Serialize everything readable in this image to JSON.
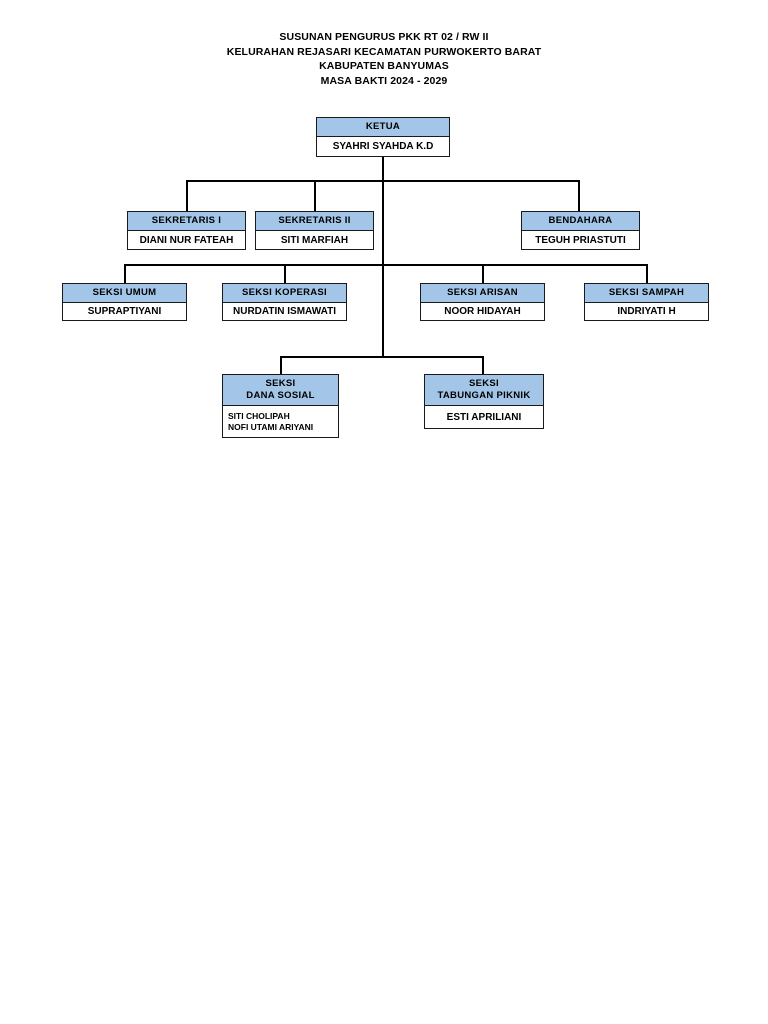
{
  "title": {
    "lines": [
      "SUSUNAN PENGURUS PKK RT 02 / RW II",
      "KELURAHAN REJASARI KECAMATAN PURWOKERTO BARAT",
      "KABUPATEN BANYUMAS",
      "MASA BAKTI 2024 - 2029"
    ]
  },
  "theme": {
    "header_fill": "#A3C6E8",
    "border": "#1a1a1a",
    "body_fill": "#ffffff",
    "text": "#000000"
  },
  "chart_data": {
    "type": "diagram",
    "diagram_type": "organizational-chart",
    "nodes": [
      {
        "id": "ketua",
        "role": "KETUA",
        "role_lines": [
          "KETUA"
        ],
        "members": [
          "SYAHRI SYAHDA K.D"
        ],
        "level": 1
      },
      {
        "id": "sekretaris-1",
        "role": "SEKRETARIS I",
        "role_lines": [
          "SEKRETARIS I"
        ],
        "members": [
          "DIANI NUR FATEAH"
        ],
        "level": 2
      },
      {
        "id": "sekretaris-2",
        "role": "SEKRETARIS II",
        "role_lines": [
          "SEKRETARIS II"
        ],
        "members": [
          "SITI MARFIAH"
        ],
        "level": 2
      },
      {
        "id": "bendahara",
        "role": "BENDAHARA",
        "role_lines": [
          "BENDAHARA"
        ],
        "members": [
          "TEGUH PRIASTUTI"
        ],
        "level": 2
      },
      {
        "id": "seksi-umum",
        "role": "SEKSI UMUM",
        "role_lines": [
          "SEKSI UMUM"
        ],
        "members": [
          "SUPRAPTIYANI"
        ],
        "level": 3
      },
      {
        "id": "seksi-koperasi",
        "role": "SEKSI KOPERASI",
        "role_lines": [
          "SEKSI KOPERASI"
        ],
        "members": [
          "NURDATIN ISMAWATI"
        ],
        "level": 3
      },
      {
        "id": "seksi-arisan",
        "role": "SEKSI ARISAN",
        "role_lines": [
          "SEKSI ARISAN"
        ],
        "members": [
          "NOOR HIDAYAH"
        ],
        "level": 3
      },
      {
        "id": "seksi-sampah",
        "role": "SEKSI SAMPAH",
        "role_lines": [
          "SEKSI SAMPAH"
        ],
        "members": [
          "INDRIYATI H"
        ],
        "level": 3
      },
      {
        "id": "seksi-dana-sosial",
        "role": "SEKSI DANA SOSIAL",
        "role_lines": [
          "SEKSI",
          "DANA SOSIAL"
        ],
        "members": [
          "SITI CHOLIPAH",
          "NOFI UTAMI ARIYANI"
        ],
        "level": 4
      },
      {
        "id": "seksi-tabungan-piknik",
        "role": "SEKSI TABUNGAN PIKNIK",
        "role_lines": [
          "SEKSI",
          "TABUNGAN PIKNIK"
        ],
        "members": [
          "ESTI APRILIANI"
        ],
        "level": 4
      }
    ],
    "edges": [
      {
        "from": "ketua",
        "to": "sekretaris-1"
      },
      {
        "from": "ketua",
        "to": "sekretaris-2"
      },
      {
        "from": "ketua",
        "to": "bendahara"
      },
      {
        "from": "ketua",
        "to": "seksi-umum"
      },
      {
        "from": "ketua",
        "to": "seksi-koperasi"
      },
      {
        "from": "ketua",
        "to": "seksi-arisan"
      },
      {
        "from": "ketua",
        "to": "seksi-sampah"
      },
      {
        "from": "ketua",
        "to": "seksi-dana-sosial"
      },
      {
        "from": "ketua",
        "to": "seksi-tabungan-piknik"
      }
    ]
  },
  "nodes": {
    "ketua": {
      "role_0": "KETUA",
      "member_0": "SYAHRI SYAHDA K.D"
    },
    "sekretaris_1": {
      "role_0": "SEKRETARIS I",
      "member_0": "DIANI NUR FATEAH"
    },
    "sekretaris_2": {
      "role_0": "SEKRETARIS II",
      "member_0": "SITI MARFIAH"
    },
    "bendahara": {
      "role_0": "BENDAHARA",
      "member_0": "TEGUH PRIASTUTI"
    },
    "seksi_umum": {
      "role_0": "SEKSI UMUM",
      "member_0": "SUPRAPTIYANI"
    },
    "seksi_koperasi": {
      "role_0": "SEKSI KOPERASI",
      "member_0": "NURDATIN ISMAWATI"
    },
    "seksi_arisan": {
      "role_0": "SEKSI ARISAN",
      "member_0": "NOOR HIDAYAH"
    },
    "seksi_sampah": {
      "role_0": "SEKSI SAMPAH",
      "member_0": "INDRIYATI H"
    },
    "seksi_dana_sosial": {
      "role_0": "SEKSI",
      "role_1": "DANA SOSIAL",
      "member_0": "SITI CHOLIPAH",
      "member_1": "NOFI UTAMI ARIYANI"
    },
    "seksi_tabungan_piknik": {
      "role_0": "SEKSI",
      "role_1": "TABUNGAN PIKNIK",
      "member_0": "ESTI APRILIANI"
    }
  }
}
